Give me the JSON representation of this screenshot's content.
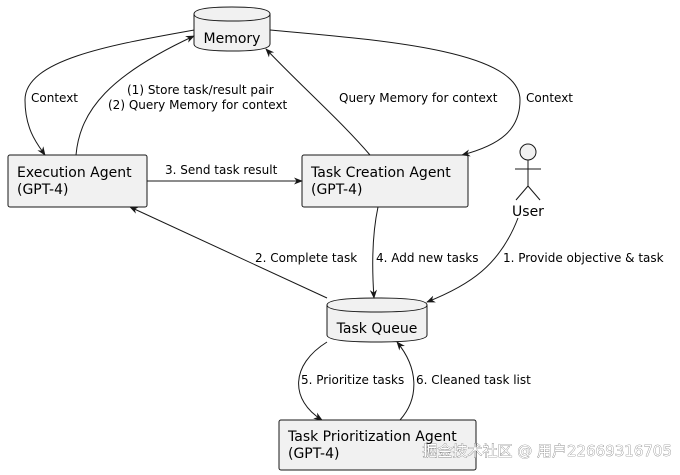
{
  "nodes": {
    "memory": "Memory",
    "execution_agent": {
      "name": "Execution Agent",
      "model": "(GPT-4)"
    },
    "task_creation_agent": {
      "name": "Task Creation Agent",
      "model": "(GPT-4)"
    },
    "user": "User",
    "task_queue": "Task Queue",
    "task_prioritization_agent": {
      "name": "Task Prioritization Agent",
      "model": "(GPT-4)"
    }
  },
  "edges": {
    "memory_to_execution": "Context",
    "execution_to_memory": [
      "(1) Store task/result pair",
      "(2) Query Memory for context"
    ],
    "task_creation_to_memory": "Query Memory for context",
    "memory_to_task_creation": "Context",
    "execution_to_task_creation": "3. Send task result",
    "task_queue_to_execution": "2. Complete task",
    "task_creation_to_task_queue": "4. Add new tasks",
    "user_to_task_queue": "1. Provide objective & task",
    "task_queue_to_prioritization": "5. Prioritize tasks",
    "prioritization_to_task_queue": "6. Cleaned task list"
  },
  "watermark": "掘金技术社区 @ 用户22669316705"
}
